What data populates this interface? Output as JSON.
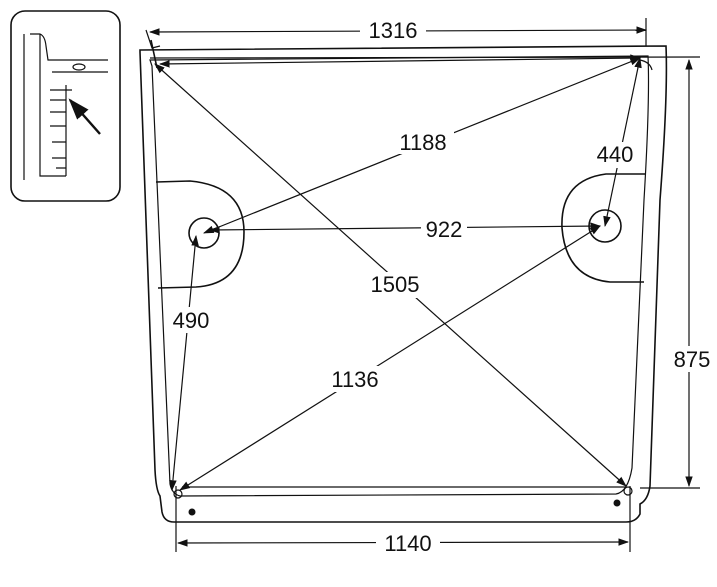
{
  "diagram": {
    "dimensions": {
      "top_width": "1316",
      "bottom_width": "1140",
      "right_height": "875",
      "diag_lower_left_to_upper_right": "1188",
      "diag_upper_left_to_lower_right": "1505",
      "wheel_arch_spacing": "922",
      "right_arch_to_top_right": "440",
      "left_arch_to_bottom_left": "490",
      "bottom_left_to_right_arch": "1136"
    },
    "line_color": "#111111",
    "background_color": "#ffffff"
  }
}
